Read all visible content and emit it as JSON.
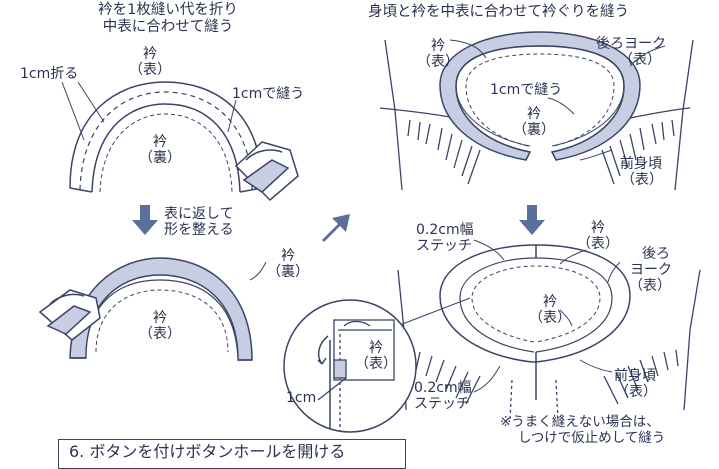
{
  "colors": {
    "ink": "#3a4466",
    "arrow": "#5b6f9c",
    "fabric_back": "#c7cde3"
  },
  "panels": {
    "top_left": {
      "title_line1": "衿を1枚縫い代を折り",
      "title_line2": "中表に合わせて縫う",
      "label_fold": "1cm折る",
      "label_front_1": "衿",
      "label_front_2": "（表）",
      "label_sew": "1cmで縫う",
      "label_back_1": "衿",
      "label_back_2": "（裏）"
    },
    "arrow_down_left": {
      "line1": "表に返して",
      "line2": "形を整える"
    },
    "bottom_left": {
      "label_back_1": "衿",
      "label_back_2": "（裏）",
      "label_front_1": "衿",
      "label_front_2": "（表）"
    },
    "top_right": {
      "title": "身頃と衿を中表に合わせて衿ぐりを縫う",
      "label_collar_1": "衿",
      "label_collar_2": "（表）",
      "label_yoke_1": "後ろヨーク",
      "label_yoke_2": "（表）",
      "label_sew": "1cmで縫う",
      "label_collar_back_1": "衿",
      "label_collar_back_2": "（裏）",
      "label_front_body_1": "前身頃",
      "label_front_body_2": "（表）"
    },
    "bottom_right": {
      "label_stitch_top_1": "0.2cm幅",
      "label_stitch_top_2": "ステッチ",
      "label_collar_1": "衿",
      "label_collar_2": "（表）",
      "label_yoke_1": "後ろ",
      "label_yoke_2": "ヨーク",
      "label_yoke_3": "（表）",
      "label_inner_1": "衿",
      "label_inner_2": "（表）",
      "label_stitch_bottom_1": "0.2cm幅",
      "label_stitch_bottom_2": "ステッチ",
      "label_front_body_1": "前身頃",
      "label_front_body_2": "（表）",
      "note_line1": "※うまく縫えない場合は、",
      "note_line2": "しつけで仮止めして縫う"
    },
    "detail_circle": {
      "label_collar_1": "衿",
      "label_collar_2": "（表）",
      "label_1cm": "1cm"
    }
  },
  "caption": "6. ボタンを付けボタンホールを開ける"
}
